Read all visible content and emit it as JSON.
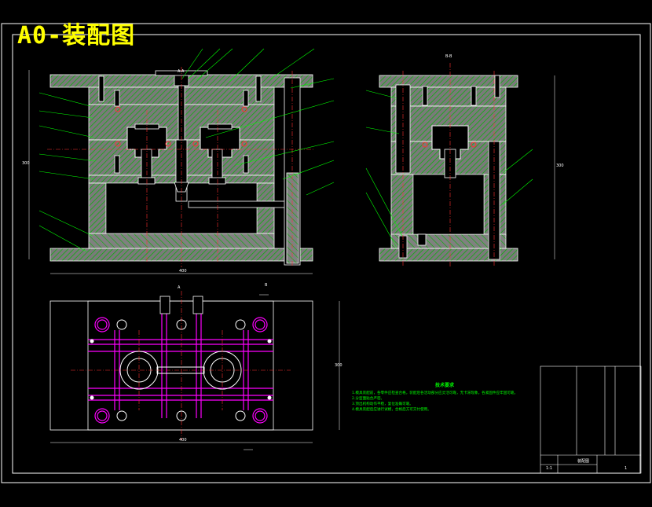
{
  "title": "A0-装配图",
  "notes": {
    "heading": "技术要求",
    "lines": [
      "1.模具装配前，各零件应检查合格，装配后各活动部分应灵活可靠，无卡滞现象，各紧固件应牢固可靠。",
      "2.分型面贴合严密。",
      "3.顶出机构动作平稳，复位准确可靠。",
      "4.模具装配后应进行试模，合格后方可交付使用。"
    ]
  },
  "section_labels": {
    "main": "A-A",
    "side": "B-B",
    "plan_a": "A",
    "plan_b": "B"
  },
  "dimensions": {
    "main_width": "400",
    "main_height": "300",
    "side_height": "300",
    "plan_width": "400",
    "plan_height": "300"
  },
  "title_block": {
    "drawing_name": "装配图",
    "scale": "1:1",
    "sheet": "1"
  },
  "colors": {
    "frame": "#ffffff",
    "plate_fill": "#7a7a7a",
    "hatch": "#00c800",
    "red": "#ff3030",
    "magenta": "#ff00ff",
    "yellow": "#ffff00",
    "green": "#00ff00",
    "cyan": "#00ffff"
  }
}
